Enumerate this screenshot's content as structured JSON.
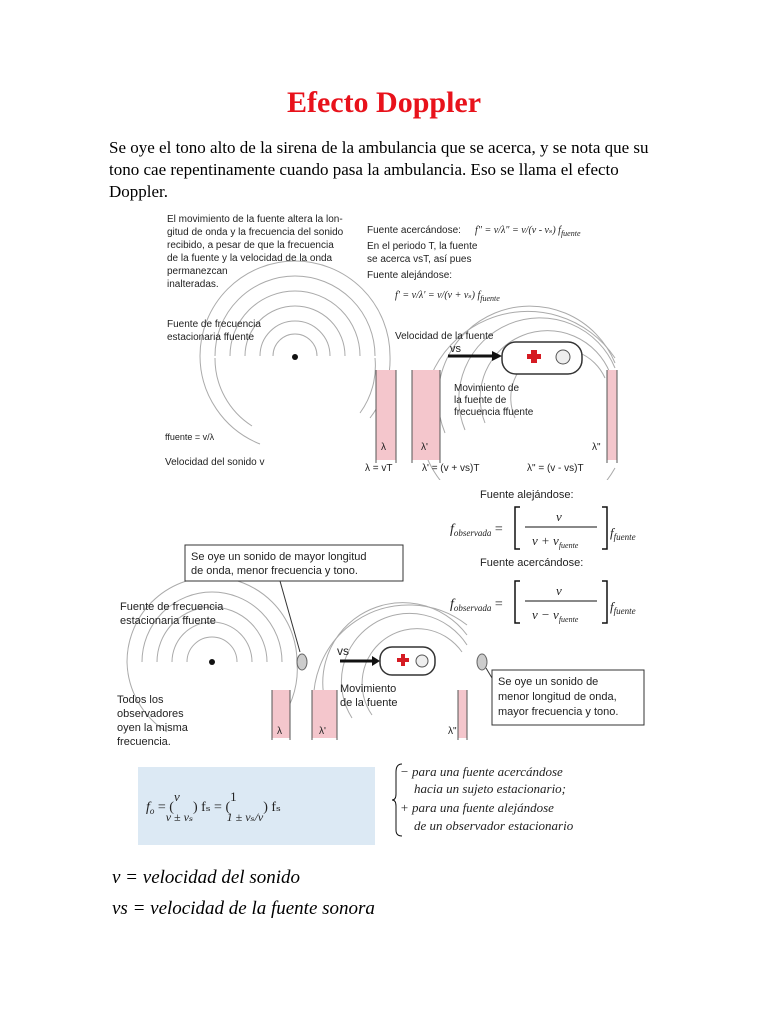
{
  "title": "Efecto Doppler",
  "intro": "Se oye el tono alto de la sirena de la ambulancia que se acerca, y se nota que su tono cae repentinamente cuando pasa la ambulancia. Eso se llama el efecto Doppler.",
  "fig1": {
    "note": [
      "El movimiento de la fuente altera la lon-",
      "gitud de onda y la frecuencia del sonido",
      "recibido, a pesar de que la frecuencia",
      "de la fuente y la velocidad de la onda",
      "permanezcan",
      "inalteradas."
    ],
    "acercandose_label": "Fuente acercándose:",
    "acercandose_formula": "f\" = v/λ\" = v/(v - vs) ffuente",
    "periodo": [
      "En el periodo T, la fuente",
      "se acerca   vsT, así pues"
    ],
    "alejandose_label": "Fuente alejándose:",
    "alejandose_formula": "f' = v/λ' = v/(v + vs) ffuente",
    "fuente_estacionaria": [
      "Fuente de frecuencia",
      "estacionaria  ffuente"
    ],
    "velocidad_fuente": "Velocidad de la fuente",
    "vs": "vs",
    "movimiento": [
      "Movimiento de",
      "la fuente de",
      "frecuencia  ffuente"
    ],
    "ffuente_eq": "ffuente = v/λ",
    "velocidad_sonido": "Velocidad del sonido v",
    "lambda": "λ",
    "lambda1": "λ'",
    "lambda2": "λ\"",
    "eq_lambda": "λ = vT",
    "eq_lambda1": "λ' = (v + vs)T",
    "eq_lambda2": "λ\" = (v - vs)T"
  },
  "fig2": {
    "alejandose_label": "Fuente alejándose:",
    "acercandose_label": "Fuente acercándose:",
    "f_obs": "f",
    "f_obs_sub": "observada",
    "v": "v",
    "v_plus": "v + v",
    "v_minus": "v − v",
    "fuente_sub": "fuente",
    "callout_left": [
      "Se oye un sonido de mayor longitud",
      "de onda, menor frecuencia y tono."
    ],
    "callout_right": [
      "Se oye un sonido de",
      "menor longitud de onda,",
      "mayor frecuencia y tono."
    ],
    "fuente_estacionaria": [
      "Fuente de frecuencia",
      "estacionaria  ffuente"
    ],
    "todos": [
      "Todos los",
      "observadores",
      "oyen la misma",
      "frecuencia."
    ],
    "vs": "vs",
    "movimiento": [
      "Movimiento",
      "de la fuente"
    ],
    "lambda": "λ",
    "lambda1": "λ'",
    "lambda2": "λ\""
  },
  "formula": {
    "main": "f₀ = ( v / (v ± vₛ) ) fₛ = ( 1 / (1 ± vₛ/v) ) fₛ",
    "minus": "− para una fuente acercándose",
    "minus2": "hacia un sujeto estacionario;",
    "plus": "+  para una fuente alejándose",
    "plus2": "de un observador estacionario"
  },
  "defs": {
    "v_line": "v = velocidad  del  sonido",
    "vs_line": "vs = velocidad  de la fuente sonora"
  }
}
